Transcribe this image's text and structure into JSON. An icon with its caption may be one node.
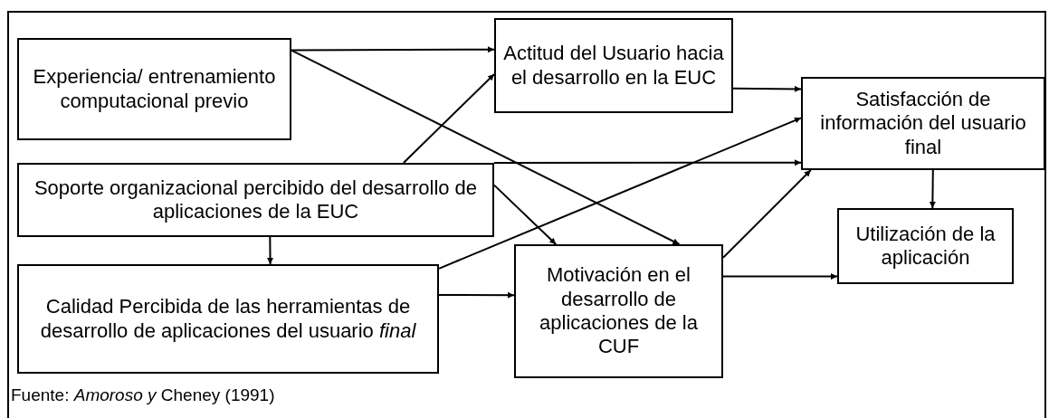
{
  "diagram": {
    "caption": "Fuente: *Amoroso y* Cheney (1991)",
    "nodes": [
      {
        "text": [
          "Experiencia/ entrenamiento computacional previo"
        ]
      },
      {
        "text": [
          "Soporte organizacional percibido del desarrollo de aplicaciones de la EUC"
        ]
      },
      {
        "text": [
          "Calidad Percibida de las herramientas de desarrollo de aplicaciones del usuario *final*"
        ]
      },
      {
        "text": [
          "Actitud del Usuario hacia el desarrollo en la EUC"
        ]
      },
      {
        "text": [
          "Motivación en el desarrollo de aplicaciones de la CUF"
        ]
      },
      {
        "text": [
          "Satisfacción de información del usuario final"
        ]
      },
      {
        "text": [
          "Utilización de la aplicación"
        ]
      }
    ],
    "edges": [
      {
        "from": 0,
        "to": 3,
        "arrow": "to"
      },
      {
        "from": 0,
        "to": 4,
        "arrow": "to"
      },
      {
        "from": 1,
        "to": 3,
        "arrow": "to"
      },
      {
        "from": 1,
        "to": 5,
        "arrow": "to"
      },
      {
        "from": 1,
        "to": 4,
        "arrow": "to"
      },
      {
        "from": 1,
        "to": 2,
        "arrow": "to"
      },
      {
        "from": 2,
        "to": 5,
        "arrow": "to"
      },
      {
        "from": 2,
        "to": 4,
        "arrow": "to"
      },
      {
        "from": 3,
        "to": 5,
        "arrow": "to"
      },
      {
        "from": 4,
        "to": 5,
        "arrow": "to"
      },
      {
        "from": 4,
        "to": 6,
        "arrow": "to"
      },
      {
        "from": 5,
        "to": 6,
        "arrow": "to"
      }
    ]
  }
}
